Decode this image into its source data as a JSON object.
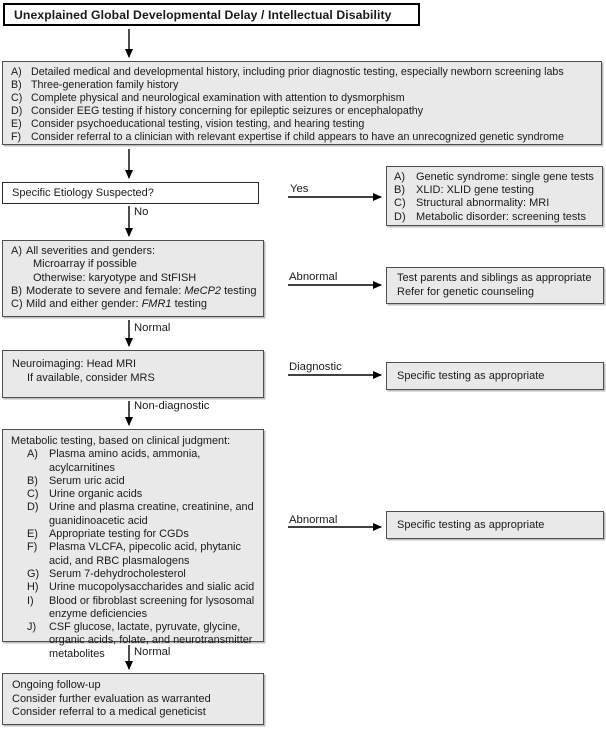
{
  "title": "Unexplained Global Developmental Delay / Intellectual Disability",
  "colors": {
    "box_fill": "#e9e9e9",
    "box_border": "#4f4f4f",
    "title_border": "#000000",
    "arrow": "#000000"
  },
  "boxes": {
    "initial_eval": {
      "items": [
        {
          "letter": "A)",
          "text": "Detailed medical and developmental history, including prior diagnostic testing, especially newborn screening labs"
        },
        {
          "letter": "B)",
          "text": "Three-generation family history"
        },
        {
          "letter": "C)",
          "text": "Complete physical and neurological examination with attention to dysmorphism"
        },
        {
          "letter": "D)",
          "text": "Consider EEG testing if history concerning for epileptic seizures or encephalopathy"
        },
        {
          "letter": "E)",
          "text": "Consider psychoeducational testing, vision testing, and hearing testing"
        },
        {
          "letter": "F)",
          "text": "Consider referral to a clinician with relevant expertise if child appears to have an unrecognized genetic syndrome"
        }
      ]
    },
    "etiology": {
      "text": "Specific Etiology Suspected?"
    },
    "suspected_tests": {
      "items": [
        {
          "letter": "A)",
          "text": "Genetic syndrome: single gene tests"
        },
        {
          "letter": "B)",
          "text": "XLID: XLID gene testing"
        },
        {
          "letter": "C)",
          "text": "Structural abnormality: MRI"
        },
        {
          "letter": "D)",
          "text": "Metabolic disorder: screening tests"
        }
      ]
    },
    "genetic_testing": {
      "item_a": {
        "letter": "A)",
        "text": "All severities and genders:"
      },
      "sub1": "Microarray if possible",
      "sub2": "Otherwise: karyotype and StFISH",
      "item_b": {
        "letter": "B)",
        "prefix": "Moderate to severe and female: ",
        "gene": "MeCP2",
        "suffix": " testing"
      },
      "item_c": {
        "letter": "C)",
        "prefix": "Mild and either gender: ",
        "gene": "FMR1",
        "suffix": " testing"
      }
    },
    "parents_siblings": {
      "line1": "Test parents and siblings as appropriate",
      "line2": "Refer for genetic counseling"
    },
    "neuroimaging": {
      "line1": "Neuroimaging: Head MRI",
      "line2": "If available, consider MRS"
    },
    "specific_testing_diagnostic": {
      "text": "Specific testing as appropriate"
    },
    "metabolic": {
      "header": "Metabolic testing, based on clinical judgment:",
      "items": [
        {
          "letter": "A)",
          "text": "Plasma amino acids, ammonia, acylcarnitines"
        },
        {
          "letter": "B)",
          "text": "Serum uric acid"
        },
        {
          "letter": "C)",
          "text": "Urine organic acids"
        },
        {
          "letter": "D)",
          "text": "Urine and plasma creatine, creatinine, and\nguanidinoacetic acid"
        },
        {
          "letter": "E)",
          "text": "Appropriate testing for CGDs"
        },
        {
          "letter": "F)",
          "text": "Plasma VLCFA, pipecolic acid, phytanic\nacid, and RBC plasmalogens"
        },
        {
          "letter": "G)",
          "text": "Serum 7-dehydrocholesterol"
        },
        {
          "letter": "H)",
          "text": "Urine mucopolysaccharides and sialic acid"
        },
        {
          "letter": "I)",
          "text": "Blood or fibroblast screening for lysosomal\nenzyme deficiencies"
        },
        {
          "letter": "J)",
          "text": "CSF glucose, lactate, pyruvate, glycine,\norganic acids, folate, and neurotransmitter\nmetabolites"
        }
      ]
    },
    "specific_testing_abnormal": {
      "text": "Specific testing as appropriate"
    },
    "followup": {
      "lines": [
        "Ongoing follow-up",
        "Consider further evaluation as warranted",
        "Consider referral to a medical geneticist"
      ]
    }
  },
  "arrow_labels": {
    "yes": "Yes",
    "no": "No",
    "abnormal1": "Abnormal",
    "normal1": "Normal",
    "diagnostic": "Diagnostic",
    "non_diagnostic": "Non-diagnostic",
    "abnormal2": "Abnormal",
    "normal2": "Normal"
  }
}
